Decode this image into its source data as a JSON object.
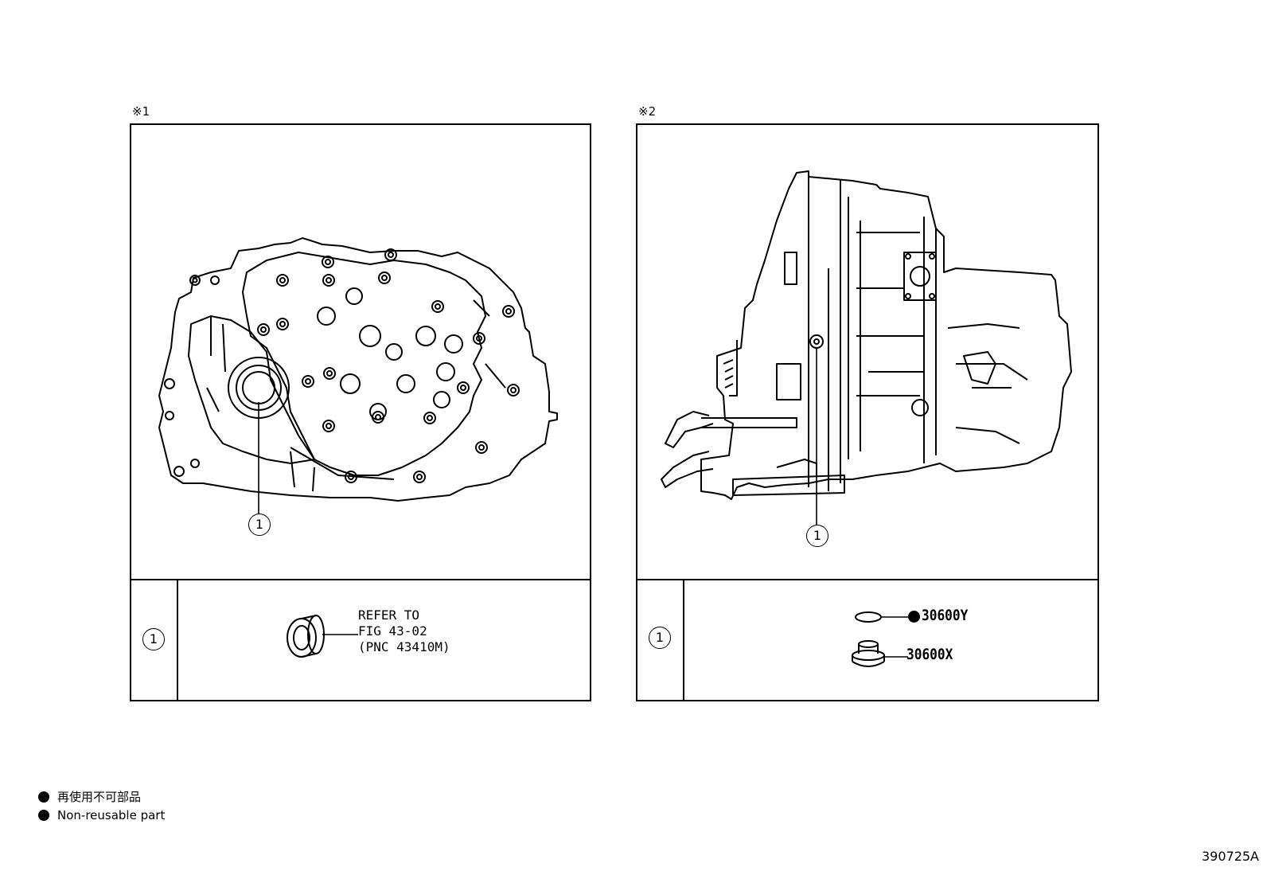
{
  "panels": [
    {
      "label": "※1",
      "callout_number": "1",
      "legend_number": "1",
      "callout_text": "REFER TO\nFIG 43-02\n(PNC 43410M)"
    },
    {
      "label": "※2",
      "callout_number": "1",
      "legend_number": "1",
      "parts": [
        {
          "number": "30600Y"
        },
        {
          "number": "30600X"
        }
      ]
    }
  ],
  "footnotes": {
    "japanese": "再使用不可部品",
    "english": "Non-reusable part"
  },
  "figure_id": "390725A"
}
